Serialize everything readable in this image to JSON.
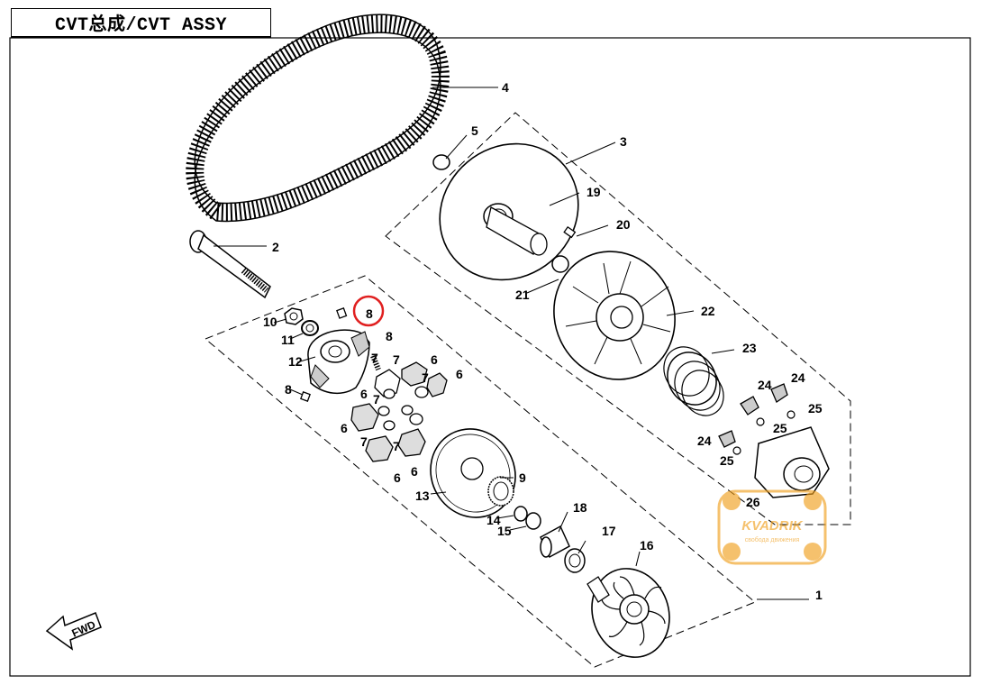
{
  "title": "CVT总成/CVT ASSY",
  "highlight_part": "8",
  "highlight_color": "#e02020",
  "forward_label": "FWD",
  "watermark": {
    "brand": "KVADRIK",
    "tagline": "свобода движения",
    "color": "#f0a020"
  },
  "callouts": [
    "1",
    "2",
    "3",
    "4",
    "5",
    "6",
    "6",
    "6",
    "6",
    "6",
    "6",
    "7",
    "7",
    "7",
    "7",
    "7",
    "7",
    "8",
    "8",
    "8",
    "9",
    "10",
    "11",
    "12",
    "13",
    "14",
    "15",
    "16",
    "17",
    "18",
    "19",
    "20",
    "21",
    "22",
    "23",
    "24",
    "24",
    "24",
    "25",
    "25",
    "25",
    "26"
  ],
  "icons": {
    "forward": "arrow-left-icon",
    "highlight": "red-circle"
  }
}
